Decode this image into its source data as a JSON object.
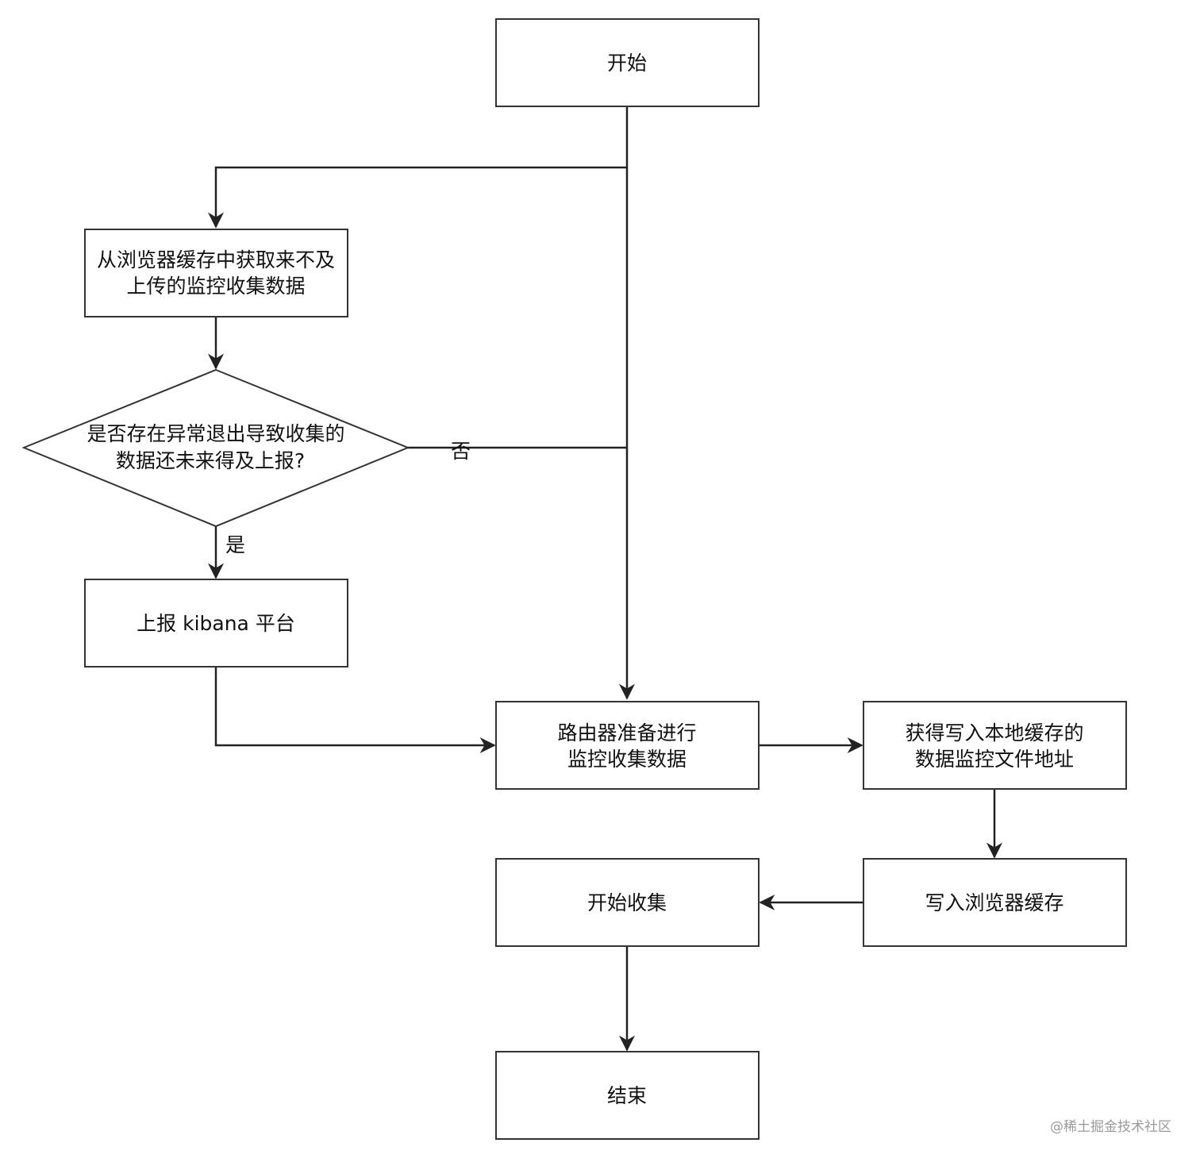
{
  "diagram": {
    "nodes": {
      "start": {
        "lines": [
          "开始"
        ]
      },
      "fetch_cache": {
        "lines": [
          "从浏览器缓存中获取来不及",
          "上传的监控收集数据"
        ]
      },
      "decision": {
        "lines": [
          "是否存在异常退出导致收集的",
          "数据还未来得及上报?"
        ]
      },
      "report": {
        "lines": [
          "上报 kibana 平台"
        ]
      },
      "router": {
        "lines": [
          "路由器准备进行",
          "监控收集数据"
        ]
      },
      "get_addr": {
        "lines": [
          "获得写入本地缓存的",
          "数据监控文件地址"
        ]
      },
      "write_cache": {
        "lines": [
          "写入浏览器缓存"
        ]
      },
      "start_collect": {
        "lines": [
          "开始收集"
        ]
      },
      "end": {
        "lines": [
          "结束"
        ]
      }
    },
    "edge_labels": {
      "no": "否",
      "yes": "是"
    }
  },
  "watermark": "@稀土掘金技术社区",
  "colors": {
    "stroke": "#333333",
    "text": "#111111",
    "watermark": "#9a9a9a"
  }
}
